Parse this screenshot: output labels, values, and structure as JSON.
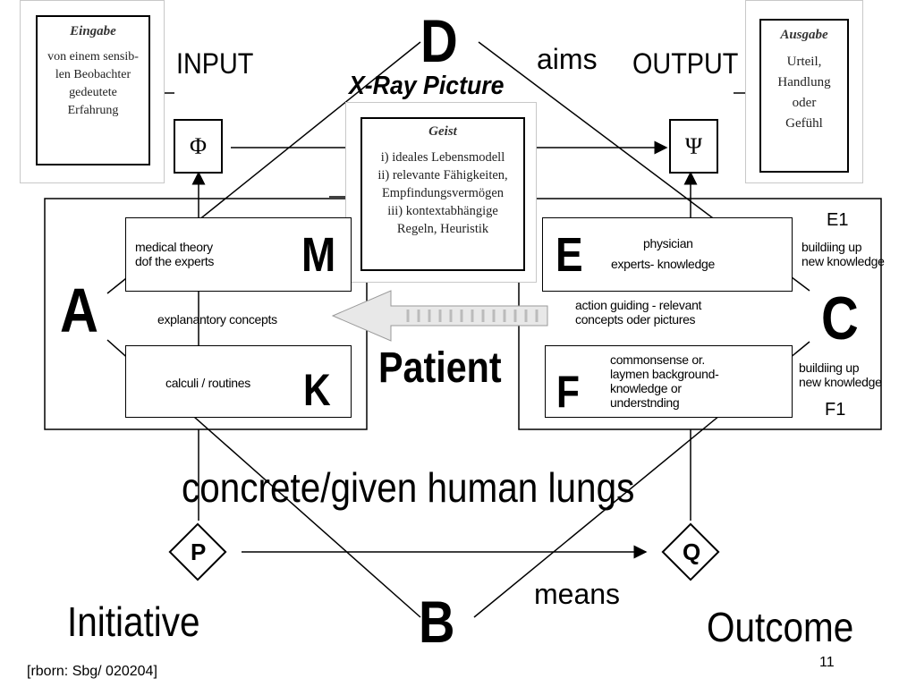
{
  "corners": {
    "D": "D",
    "A": "A",
    "C": "C",
    "B": "B",
    "aims": "aims",
    "means": "means",
    "input": "INPUT",
    "output": "OUTPUT",
    "xray": "X-Ray Picture",
    "patient": "Patient",
    "lungs": "concrete/given human lungs",
    "initiative": "Initiative",
    "outcome": "Outcome"
  },
  "eingabe": {
    "title": "Eingabe",
    "lines": [
      "von einem sensib-",
      "len Beobachter",
      "gedeutete",
      "Erfahrung"
    ]
  },
  "ausgabe": {
    "title": "Ausgabe",
    "lines": [
      "Urteil,",
      "Handlung",
      "oder",
      "Gefühl"
    ]
  },
  "geist": {
    "title": "Geist",
    "lines": [
      "i) ideales Lebensmodell",
      "ii) relevante Fähigkeiten,",
      "Empfindungsvermögen",
      "iii) kontextabhängige",
      "Regeln, Heuristik"
    ]
  },
  "symbols": {
    "phi": "Φ",
    "psi": "Ψ"
  },
  "left_panel": {
    "M": {
      "letter": "M",
      "line1": "medical  theory",
      "line2": "dof  the  experts"
    },
    "K": {
      "letter": "K",
      "text": "calculi  / routines"
    },
    "explanatory": "explanantory   concepts"
  },
  "right_panel": {
    "E": {
      "letter": "E",
      "line1": "physician",
      "line2": "experts- knowledge"
    },
    "F": {
      "letter": "F",
      "lines": [
        "commonsense  or.",
        "laymen background-",
        "knowledge or",
        "understnding"
      ]
    },
    "action": [
      "action guiding  - relevant",
      "concepts oder  pictures"
    ],
    "E1": "E1",
    "F1": "F1",
    "build1": [
      "buildiing up",
      "new knowledge"
    ],
    "build2": [
      "buildiing up",
      "new knowledge"
    ]
  },
  "diamonds": {
    "P": "P",
    "Q": "Q"
  },
  "footer": {
    "source": "[rborn: Sbg/ 020204]",
    "page": "11"
  }
}
